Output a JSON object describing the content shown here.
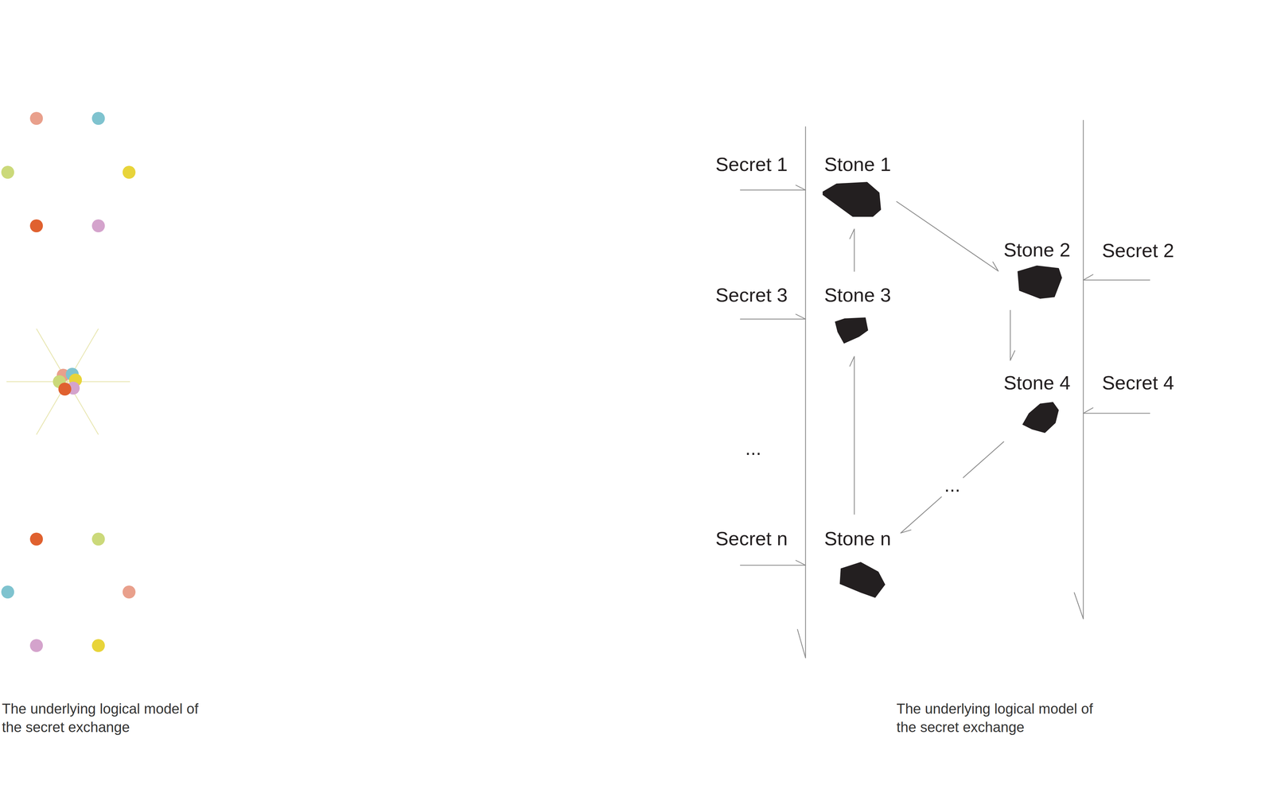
{
  "diagram": {
    "caption": "The underlying logical model of the secret exchange",
    "nodes": [
      {
        "text": [
          "Stone 1"
        ]
      },
      {
        "text": [
          "Stone 2"
        ]
      },
      {
        "text": [
          "Stone 3"
        ]
      },
      {
        "text": [
          "Stone 4"
        ]
      },
      {
        "text": [
          "Stone n"
        ]
      }
    ],
    "edges": [
      {
        "from": 0,
        "to": 1,
        "arrow": "to"
      },
      {
        "from": 1,
        "to": 3,
        "arrow": "to"
      },
      {
        "from": 3,
        "to": 4,
        "arrow": "to",
        "label": "..."
      },
      {
        "from": 4,
        "to": 2,
        "arrow": "to"
      },
      {
        "from": 2,
        "to": 0,
        "arrow": "to"
      }
    ],
    "labels": [
      "The underlying logical model of the secret exchange",
      "Secret 1",
      "Secret 2",
      "Secret 3",
      "Secret 4",
      "...",
      "Secret n"
    ]
  }
}
